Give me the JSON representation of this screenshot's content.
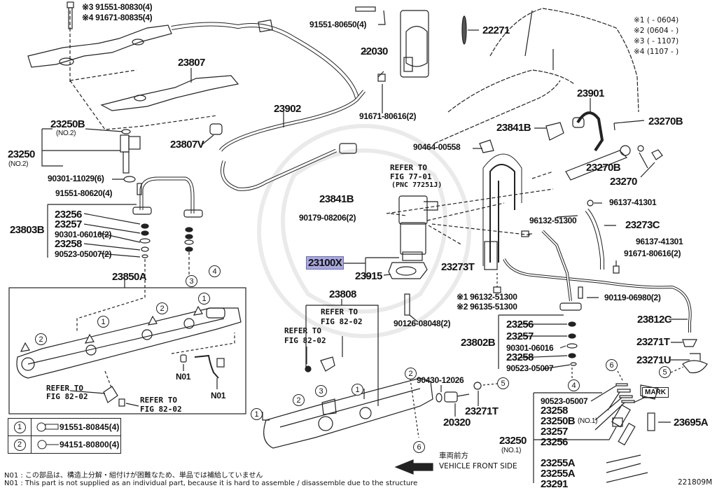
{
  "diagram": {
    "figure_code": "221809M",
    "highlight_color": "#a9a9dc",
    "applicability_notes": [
      "※1 (      - 0604)",
      "※2 (0604 -      )",
      "※3 (      - 1107)",
      "※4 (1107 -      )"
    ],
    "labels": {
      "p_91551_80830": "※3 91551-80830(4)",
      "p_91671_80835": "※4 91671-80835(4)",
      "p_23807": "23807",
      "p_23807v": "23807V",
      "p_23250b_no2": "23250B",
      "p_23250b_no2_sub": "(NO.2)",
      "p_23250_no2": "23250",
      "p_23250_no2_sub": "(NO.2)",
      "p_90301_11029": "90301-11029(6)",
      "p_91551_80620": "91551-80620(4)",
      "p_23803b": "23803B",
      "p_23256_l": "23256",
      "p_23257_l": "23257",
      "p_90301_06016_l": "90301-06016(2)",
      "p_23258_l": "23258",
      "p_90523_05007_l": "90523-05007(2)",
      "p_23850a": "23850A",
      "p_n01_a": "N01",
      "p_n01_b": "N01",
      "ref_82_02_a1": "REFER TO",
      "ref_82_02_a2": "FIG 82-02",
      "ref_82_02_b1": "REFER TO",
      "ref_82_02_b2": "FIG 82-02",
      "p_91551_80650": "91551-80650(4)",
      "p_22030": "22030",
      "p_22271": "22271",
      "p_23902": "23902",
      "p_91671_80616_top": "91671-80616(2)",
      "p_23901": "23901",
      "p_23841b_r": "23841B",
      "p_23270b_top": "23270B",
      "p_90464_00558": "90464-00558",
      "ref_77_01_1": "REFER TO",
      "ref_77_01_2": "FIG 77-01",
      "ref_77_01_3": "(PNC 77251J)",
      "p_23841b_c": "23841B",
      "p_23270b": "23270B",
      "p_23270": "23270",
      "p_90179_08206": "90179-08206(2)",
      "p_96137_41301_a": "96137-41301",
      "p_96132_51300_a": "96132-51300",
      "p_23273c": "23273C",
      "p_96137_41301_b": "96137-41301",
      "p_91671_80616_r": "91671-80616(2)",
      "p_23100x": "23100X",
      "p_23915": "23915",
      "p_23273t": "23273T",
      "p_96132_51300_n1": "※1 96132-51300",
      "p_96135_51300_n2": "※2 96135-51300",
      "p_90119_06980": "90119-06980(2)",
      "p_23808": "23808",
      "ref_82_02_c1": "REFER TO",
      "ref_82_02_c2": "FIG 82-02",
      "ref_82_02_d1": "REFER TO",
      "ref_82_02_d2": "FIG 82-02",
      "p_90126_08048": "90126-08048(2)",
      "p_23802b": "23802B",
      "p_23256_r": "23256",
      "p_23257_r": "23257",
      "p_90301_06016_r": "90301-06016",
      "p_23258_r": "23258",
      "p_90523_05007_r": "90523-05007",
      "p_23812c": "23812C",
      "p_23271t_r": "23271T",
      "p_23271u": "23271U",
      "p_90430_12026": "90430-12026",
      "p_20320": "20320",
      "p_23271t_b": "23271T",
      "p_90523_05007_inj": "90523-05007",
      "p_23258_inj": "23258",
      "p_23250b_no1": "23250B",
      "p_23250b_no1_sub": "(NO.1)",
      "p_23257_inj": "23257",
      "p_23256_inj": "23256",
      "p_23250_no1": "23250",
      "p_23250_no1_sub": "(NO.1)",
      "p_23255a_1": "23255A",
      "p_23255a_2": "23255A",
      "p_23291": "23291",
      "p_23695a": "23695A",
      "mark": "MARK"
    },
    "callouts": [
      "1",
      "2",
      "3",
      "4",
      "5",
      "6"
    ],
    "legend_table": [
      {
        "key": "1",
        "part": "91551-80845(4)",
        "icon": "bolt-icon"
      },
      {
        "key": "2",
        "part": "94151-80800(4)",
        "icon": "nut-icon"
      }
    ],
    "direction": {
      "jp": "車両前方",
      "en": "VEHICLE FRONT SIDE"
    },
    "footnotes": {
      "jp": "N01 : この部品は、構造上分解・組付けが困難なため、単品では補給していません",
      "en": "N01 : This part is not supplied as an individual part, because it is hard to assemble / disassemble due to the structure"
    }
  }
}
